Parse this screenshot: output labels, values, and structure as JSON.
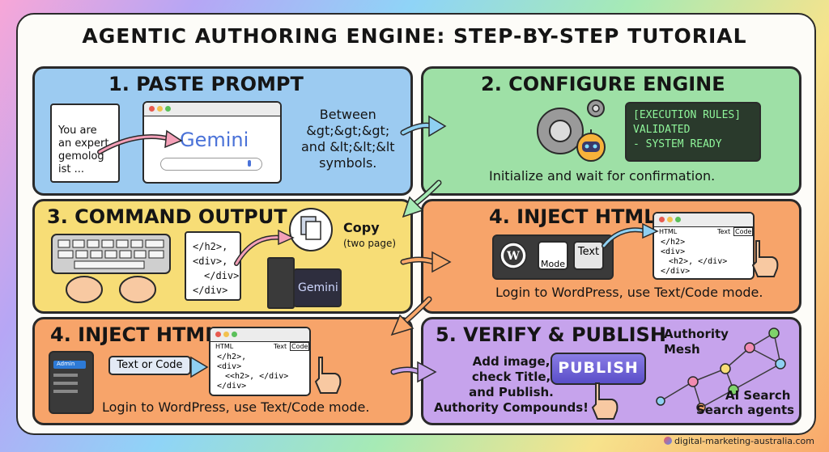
{
  "title": "AGENTIC AUTHORING ENGINE: STEP-BY-STEP TUTORIAL",
  "steps": {
    "paste": {
      "title": "1. PASTE PROMPT",
      "doc_lines": [
        "You are",
        "an expert",
        "gemolog",
        "ist ..."
      ],
      "app_name": "Gemini",
      "note_lines": [
        "Between",
        "&gt;&gt;&gt;",
        "and &lt;&lt;&lt",
        "symbols."
      ]
    },
    "configure": {
      "title": "2. CONFIGURE ENGINE",
      "terminal_lines": [
        "[EXECUTION RULES]",
        "VALIDATED",
        "- SYSTEM READY"
      ],
      "caption": "Initialize and wait for confirmation."
    },
    "command": {
      "title": "3. COMMAND OUTPUT",
      "code_lines": [
        "</h2>,",
        "<div>,",
        "</div>",
        "</div>"
      ],
      "copy_label": "Copy",
      "copy_sub": "(two page)",
      "app_name": "Gemini"
    },
    "inject_a": {
      "title": "4. INJECT HTML",
      "mode_label": "Mode",
      "text_label": "Text",
      "editor": {
        "tab": "HTML",
        "text_tab": "Text",
        "code_tab": "Code",
        "lines": [
          "</h2>",
          "<div>",
          "<h2>, </div>",
          "</div>"
        ]
      },
      "caption": "Login to WordPress, use Text/Code mode."
    },
    "inject_b": {
      "title": "4. INJECT HTML",
      "admin_label": "Admin",
      "button_label": "Text or Code",
      "editor": {
        "tab": "HTML",
        "text_tab": "Text",
        "code_tab": "Code",
        "lines": [
          "</h2>,",
          "<div>",
          "<<h2>, </div>",
          "</div>"
        ]
      },
      "caption": "Login to WordPress, use Text/Code mode."
    },
    "publish": {
      "title": "5. VERIFY & PUBLISH",
      "lines": [
        "Add image,",
        "check Title,",
        "and Publish.",
        "Authority Compounds!"
      ],
      "button": "PUBLISH",
      "mesh_label_1": "Authority",
      "mesh_label_2": "Mesh",
      "search_1": "AI Search",
      "search_2": "Search agents"
    }
  },
  "footer": "digital-marketing-australia.com",
  "colors": {
    "blue": "#9ccbf1",
    "green": "#9ee0a6",
    "yellow": "#f7dd76",
    "orange": "#f7a46a",
    "purple": "#c6a3ec"
  }
}
